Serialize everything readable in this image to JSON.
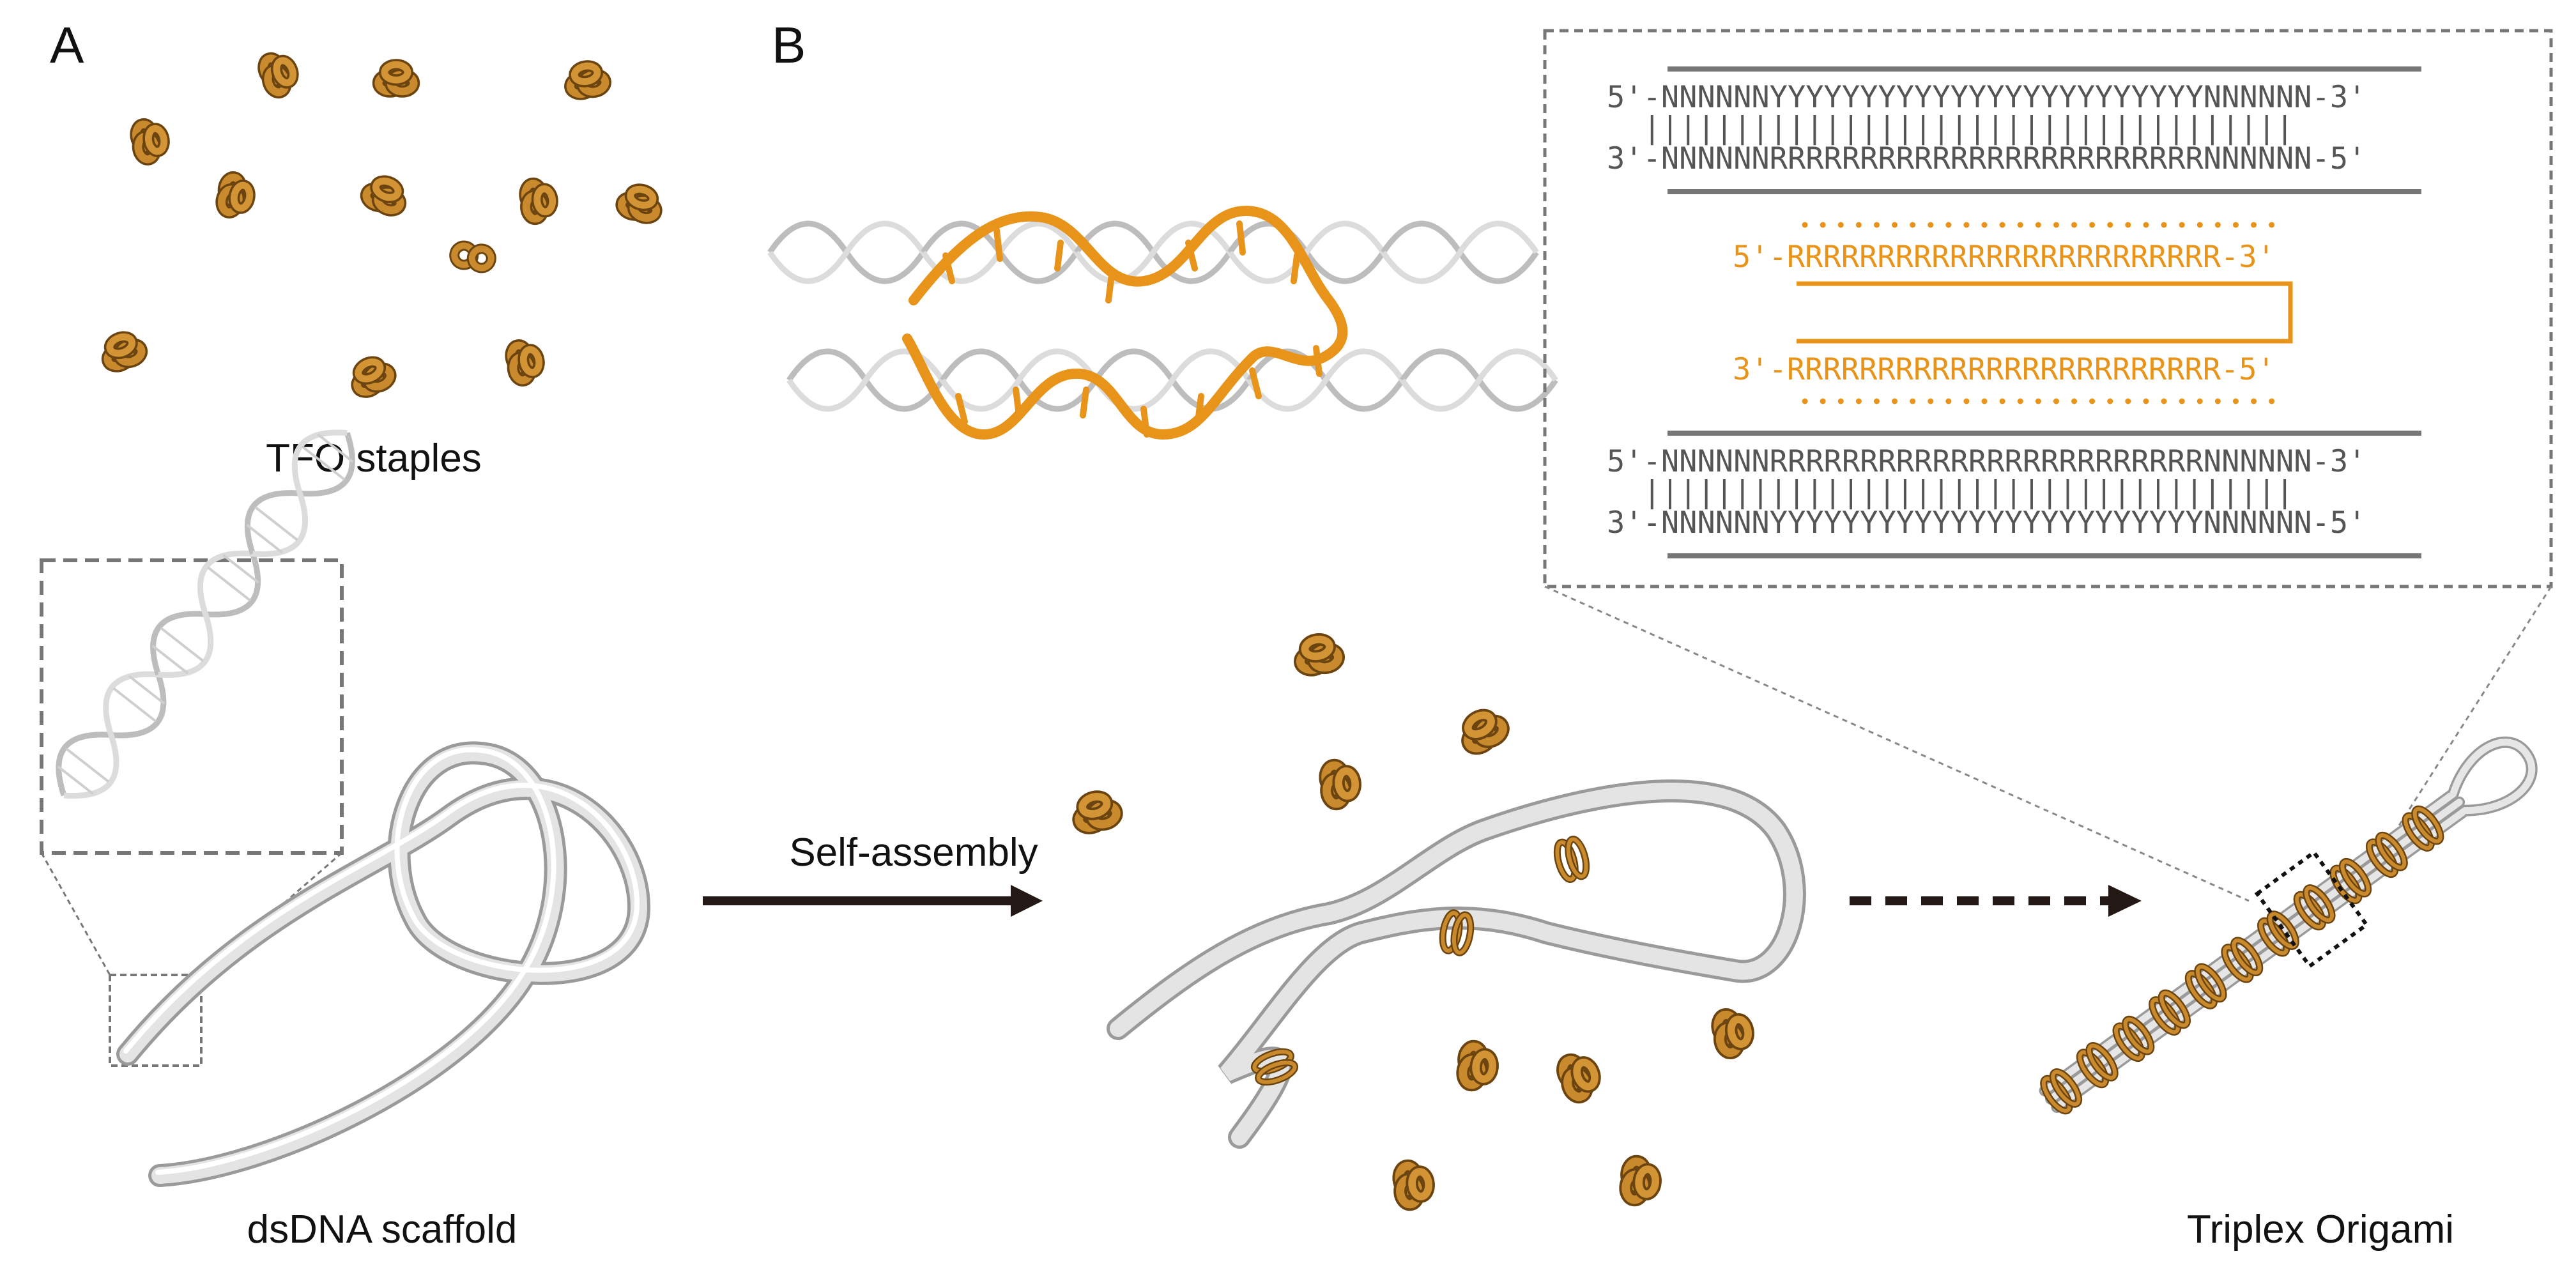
{
  "panels": {
    "a": "A",
    "b": "B"
  },
  "labels": {
    "tfo_staples": "TFO staples",
    "dsdna_scaffold": "dsDNA scaffold",
    "self_assembly": "Self-assembly",
    "triplex_origami": "Triplex Origami"
  },
  "sequence_box": {
    "duplex_top": {
      "strand1": "5'-NNNNNNYYYYYYYYYYYYYYYYYYYYYYYYNNNNNN-3'",
      "pairs": "  ||||||||||||||||||||||||||||||||||||",
      "strand2": "3'-NNNNNNRRRRRRRRRRRRRRRRRRRRRRRRNNNNNN-5'"
    },
    "tfo": {
      "strand1": "5'-RRRRRRRRRRRRRRRRRRRRRRRR-3'",
      "strand2": "3'-RRRRRRRRRRRRRRRRRRRRRRRR-5'"
    },
    "duplex_bottom": {
      "strand1": "5'-NNNNNNRRRRRRRRRRRRRRRRRRRRRRRRNNNNNN-3'",
      "pairs": "  ||||||||||||||||||||||||||||||||||||",
      "strand2": "3'-NNNNNNYYYYYYYYYYYYYYYYYYYYYYYYNNNNNN-5'"
    }
  },
  "colors": {
    "tfo_orange": "#e8941a",
    "staple_fill": "#c98a2e",
    "staple_dark": "#6b4410",
    "scaffold": "#d9d9d9",
    "strand_gray": "#777777",
    "text_gray": "#555555",
    "arrow": "#231815"
  }
}
